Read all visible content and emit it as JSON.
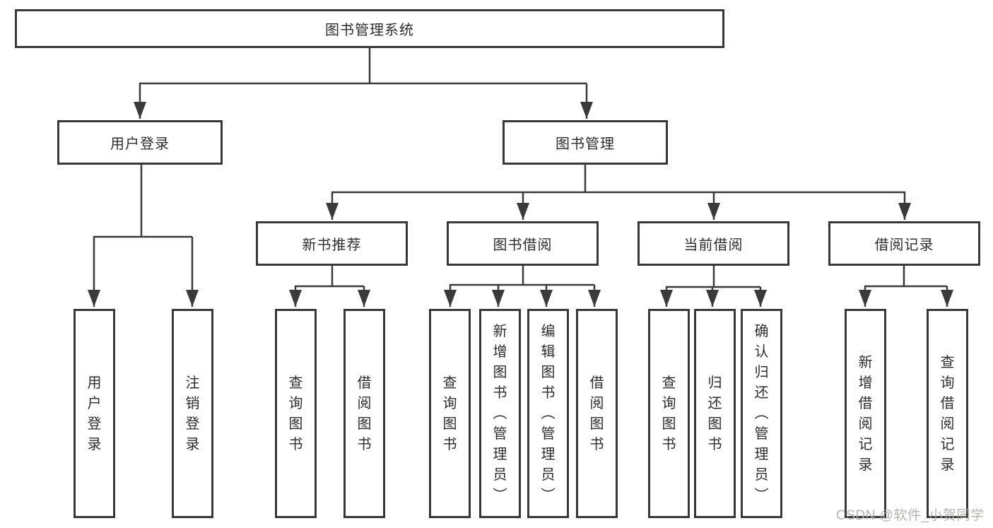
{
  "diagram": {
    "title": "图书管理系统",
    "branches": [
      {
        "label": "用户登录",
        "children": [
          {
            "label": "用户登录"
          },
          {
            "label": "注销登录"
          }
        ]
      },
      {
        "label": "图书管理",
        "groups": [
          {
            "label": "新书推荐",
            "children": [
              {
                "label": "查询图书"
              },
              {
                "label": "借阅图书"
              }
            ]
          },
          {
            "label": "图书借阅",
            "children": [
              {
                "label": "查询图书"
              },
              {
                "label": "新增图书（管理员）"
              },
              {
                "label": "编辑图书（管理员）"
              },
              {
                "label": "借阅图书"
              }
            ]
          },
          {
            "label": "当前借阅",
            "children": [
              {
                "label": "查询图书"
              },
              {
                "label": "归还图书"
              },
              {
                "label": "确认归还（管理员）"
              }
            ]
          },
          {
            "label": "借阅记录",
            "children": [
              {
                "label": "新增借阅记录"
              },
              {
                "label": "查询借阅记录"
              }
            ]
          }
        ]
      }
    ]
  },
  "watermark": {
    "text": "CSDN @软件_小贺同学",
    "color": "#b2acac"
  },
  "colors": {
    "line": "#3a3a3a",
    "box_border": "#383838",
    "text": "#2d2d2d",
    "background": "#ffffff"
  }
}
